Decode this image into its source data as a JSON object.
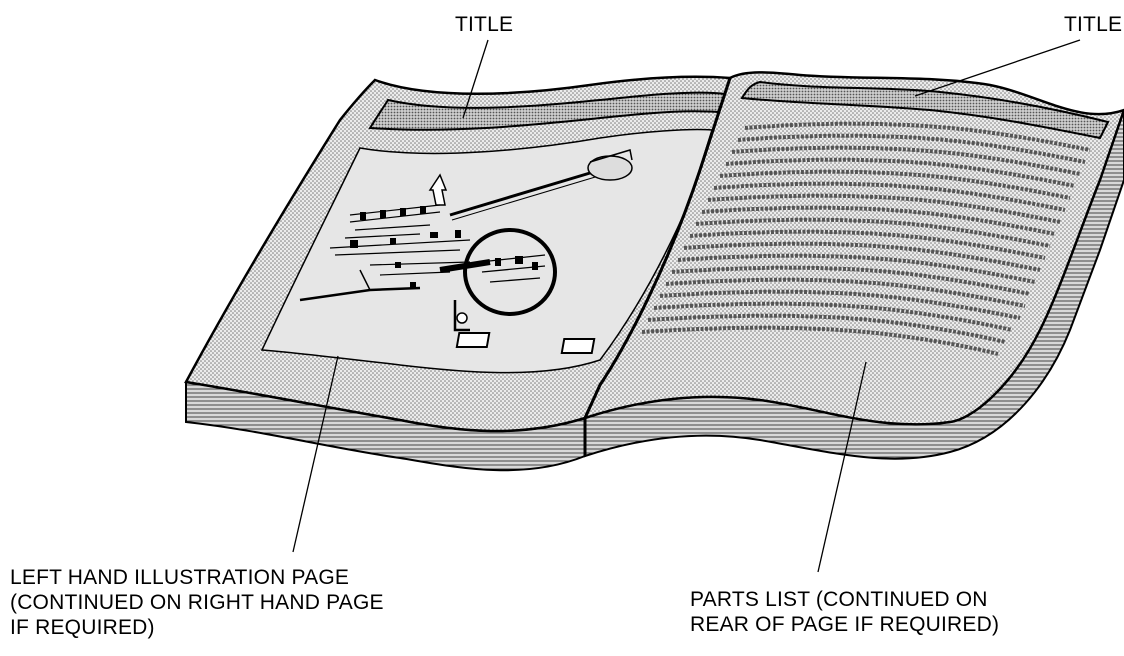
{
  "labels": {
    "title_left": "TITLE",
    "title_right": "TITLE",
    "left_page": {
      "line1": "LEFT HAND ILLUSTRATION PAGE",
      "line2": "(CONTINUED ON RIGHT HAND PAGE",
      "line3": "IF REQUIRED)"
    },
    "parts_list": {
      "line1": "PARTS LIST (CONTINUED ON",
      "line2": "REAR OF PAGE IF REQUIRED)"
    }
  },
  "page_number_boxes": 2,
  "colors": {
    "ink": "#000000",
    "page_fill": "#dcdcdc",
    "edge_fill": "#bdbdbd"
  }
}
